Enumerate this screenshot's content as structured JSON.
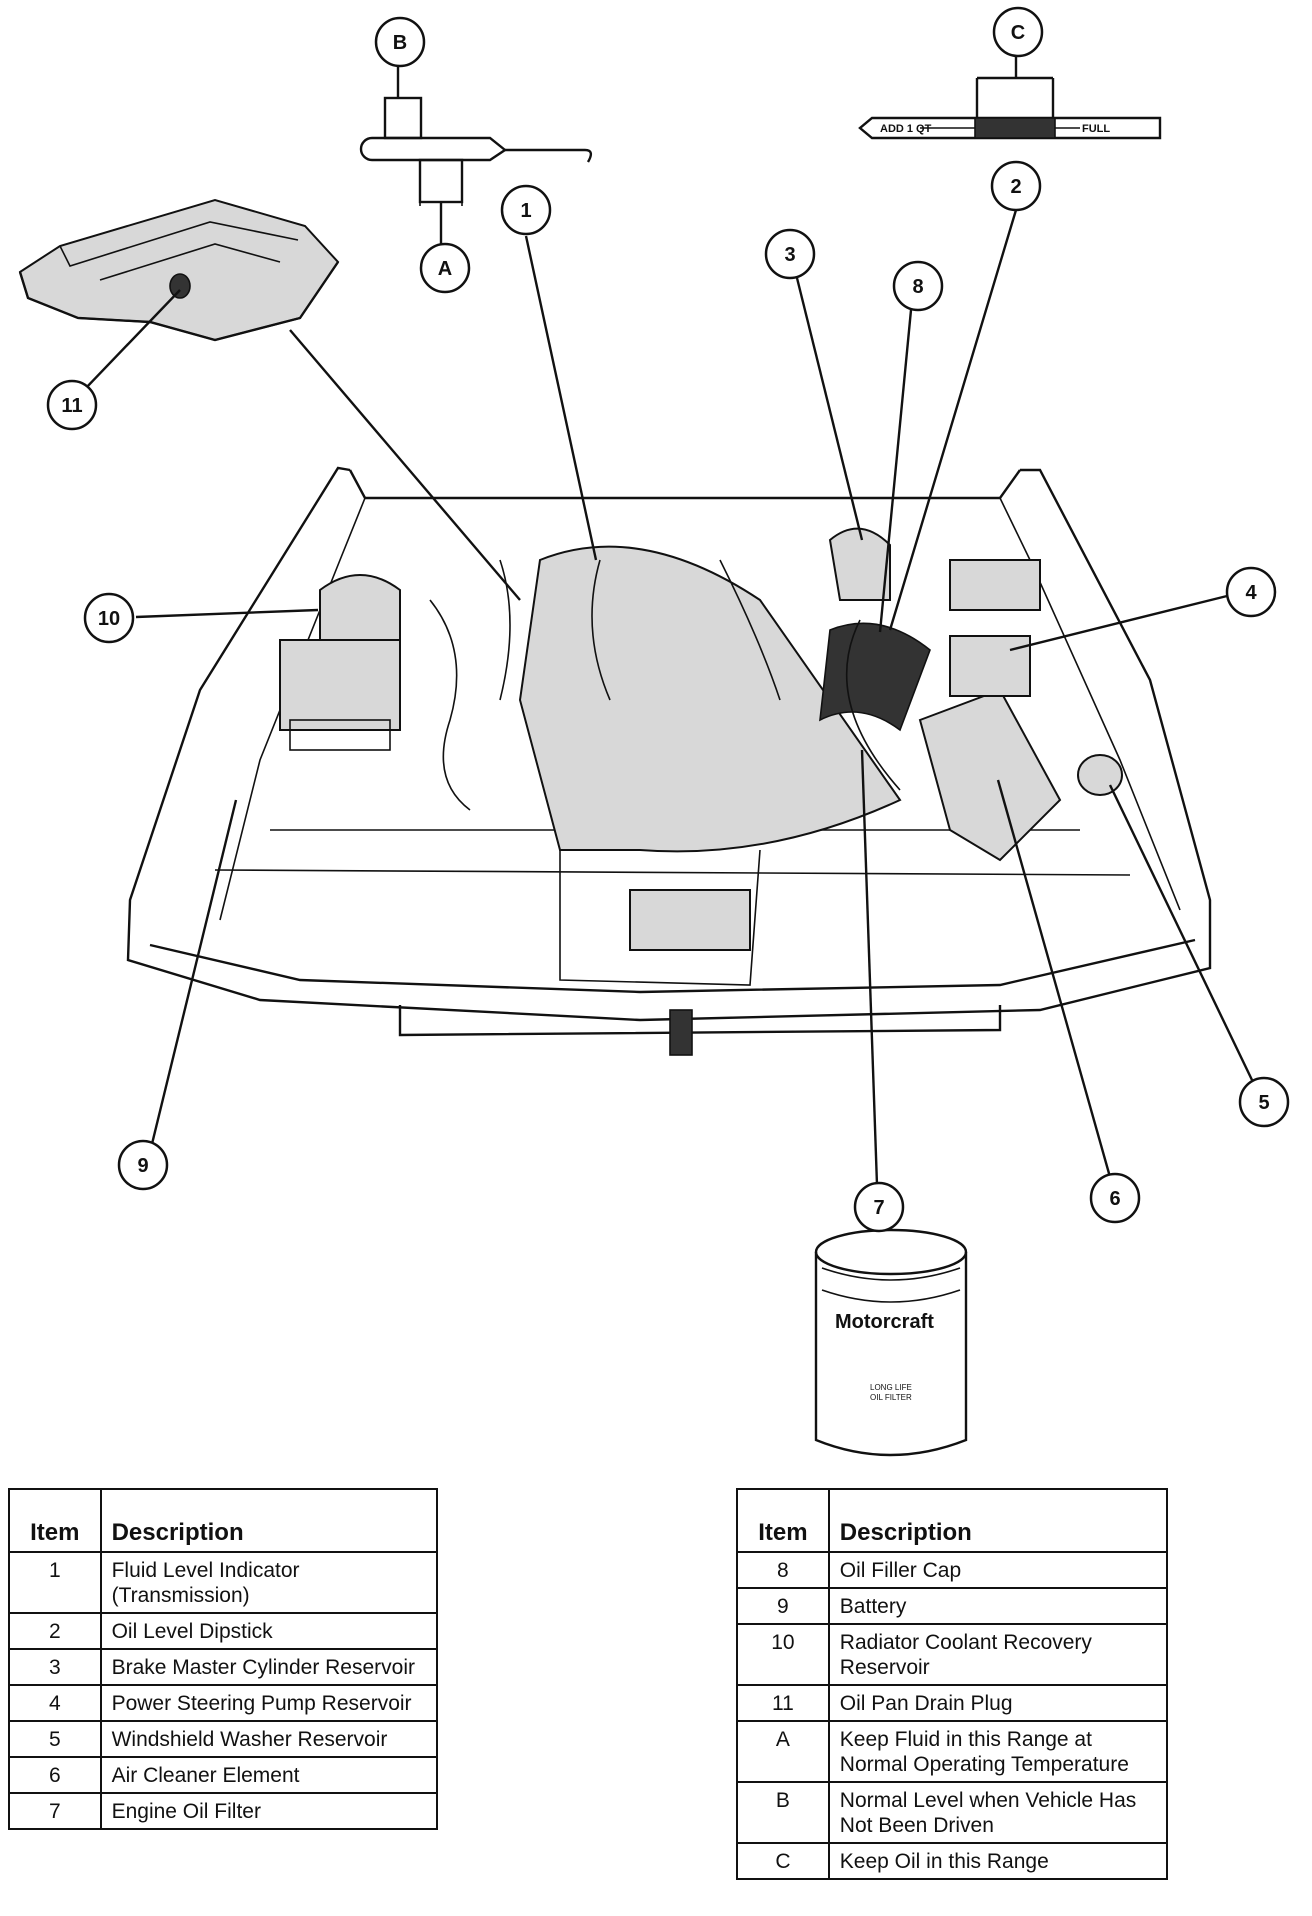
{
  "callouts": {
    "c1": "1",
    "c2": "2",
    "c3": "3",
    "c4": "4",
    "c5": "5",
    "c6": "6",
    "c7": "7",
    "c8": "8",
    "c9": "9",
    "c10": "10",
    "c11": "11",
    "cA": "A",
    "cB": "B",
    "cC": "C"
  },
  "dipstick": {
    "add_label": "ADD 1 QT",
    "full_label": "FULL"
  },
  "oil_filter": {
    "brand": "Motorcraft",
    "line1": "LONG LIFE",
    "line2": "OIL FILTER"
  },
  "legend_left": {
    "header_item": "Item",
    "header_desc": "Description",
    "rows": [
      {
        "item": "1",
        "desc": "Fluid Level Indicator (Transmission)"
      },
      {
        "item": "2",
        "desc": "Oil Level Dipstick"
      },
      {
        "item": "3",
        "desc": "Brake Master Cylinder Reservoir"
      },
      {
        "item": "4",
        "desc": "Power Steering Pump Reservoir"
      },
      {
        "item": "5",
        "desc": "Windshield Washer Reservoir"
      },
      {
        "item": "6",
        "desc": "Air Cleaner Element"
      },
      {
        "item": "7",
        "desc": "Engine Oil Filter"
      }
    ]
  },
  "legend_right": {
    "header_item": "Item",
    "header_desc": "Description",
    "rows": [
      {
        "item": "8",
        "desc": "Oil Filler Cap"
      },
      {
        "item": "9",
        "desc": "Battery"
      },
      {
        "item": "10",
        "desc": "Radiator Coolant Recovery Reservoir"
      },
      {
        "item": "11",
        "desc": "Oil Pan Drain Plug"
      },
      {
        "item": "A",
        "desc": "Keep Fluid in this Range at Normal Operating Temperature"
      },
      {
        "item": "B",
        "desc": "Normal Level when Vehicle Has Not Been Driven"
      },
      {
        "item": "C",
        "desc": "Keep Oil in this Range"
      }
    ]
  }
}
